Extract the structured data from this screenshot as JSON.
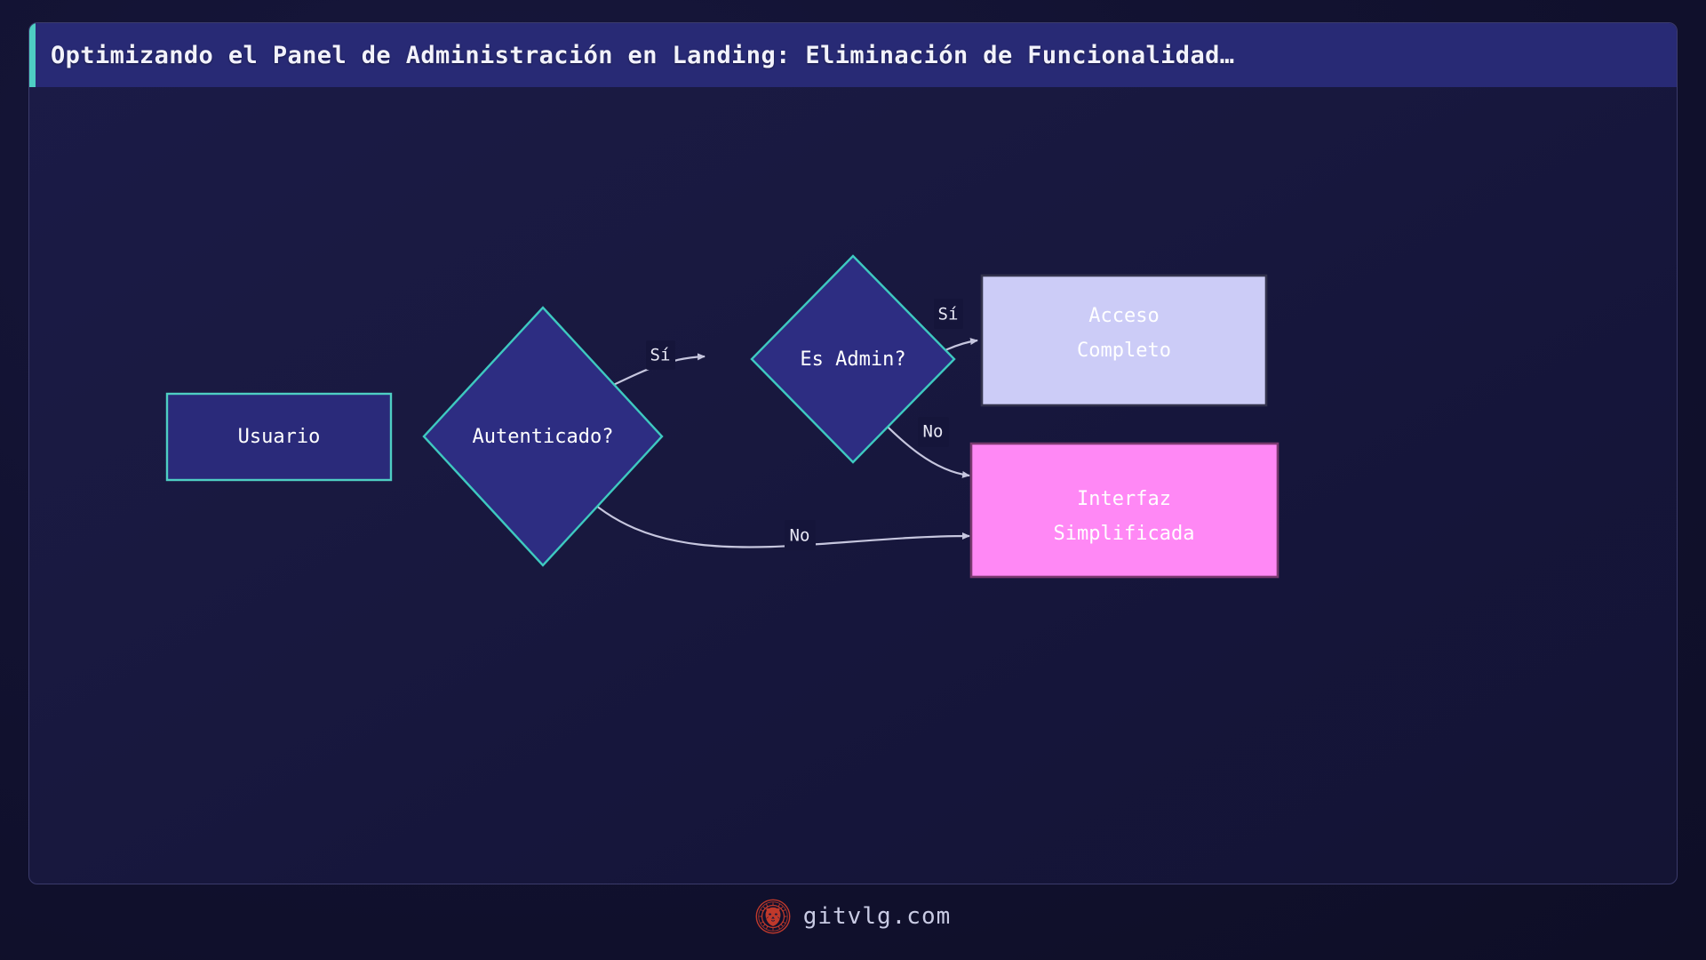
{
  "header": {
    "title": "Optimizando el Panel de Administración en Landing: Eliminación de Funcionalidad…",
    "accent_color": "#4ecec3",
    "background_color": "#282a75"
  },
  "diagram": {
    "type": "flowchart",
    "direction": "left-to-right",
    "nodes": [
      {
        "id": "usuario",
        "label": "Usuario",
        "shape": "rectangle",
        "fill": "#2a2a7a",
        "stroke": "#4ecec3",
        "text_color": "#ffffff"
      },
      {
        "id": "autenticado",
        "label": "Autenticado?",
        "shape": "diamond",
        "fill": "#2d2d82",
        "stroke": "#3ec9c0",
        "text_color": "#ffffff"
      },
      {
        "id": "es_admin",
        "label": "Es Admin?",
        "shape": "diamond",
        "fill": "#2d2d82",
        "stroke": "#3ec9c0",
        "text_color": "#ffffff"
      },
      {
        "id": "acceso_completo",
        "label_line1": "Acceso",
        "label_line2": "Completo",
        "shape": "rectangle",
        "fill": "#ccccf7",
        "stroke": "#33334d",
        "text_color": "#ffffff"
      },
      {
        "id": "interfaz_simplificada",
        "label_line1": "Interfaz",
        "label_line2": "Simplificada",
        "shape": "rectangle",
        "fill": "#ff88f5",
        "stroke": "#7a3a70",
        "text_color": "#ffffff"
      }
    ],
    "edges": [
      {
        "id": "e1",
        "from": "usuario",
        "to": "autenticado",
        "label": ""
      },
      {
        "id": "e2",
        "from": "autenticado",
        "to": "es_admin",
        "label": "Sí"
      },
      {
        "id": "e3",
        "from": "autenticado",
        "to": "interfaz_simplificada",
        "label": "No"
      },
      {
        "id": "e4",
        "from": "es_admin",
        "to": "acceso_completo",
        "label": "Sí"
      },
      {
        "id": "e5",
        "from": "es_admin",
        "to": "interfaz_simplificada",
        "label": "No"
      }
    ],
    "edge_color": "#c6c6de",
    "edge_label_background": "#15153a"
  },
  "footer": {
    "site": "gitvlg.com",
    "logo_color": "#c0392b",
    "logo_name": "lion-emblem"
  }
}
